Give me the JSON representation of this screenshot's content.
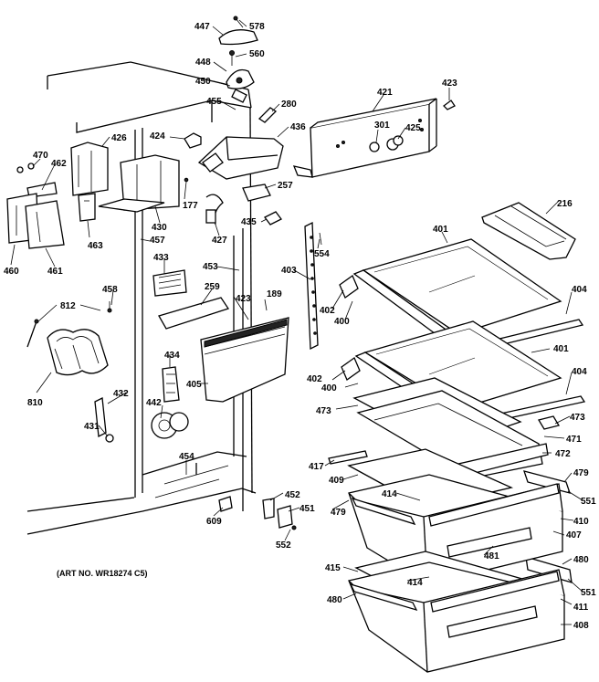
{
  "art_number": "(ART NO. WR18274 C5)",
  "labels": [
    {
      "id": "p447",
      "text": "447"
    },
    {
      "id": "p578",
      "text": "578"
    },
    {
      "id": "p448",
      "text": "448"
    },
    {
      "id": "p560",
      "text": "560"
    },
    {
      "id": "p450",
      "text": "450"
    },
    {
      "id": "p455",
      "text": "455"
    },
    {
      "id": "p280",
      "text": "280"
    },
    {
      "id": "p421",
      "text": "421"
    },
    {
      "id": "p423a",
      "text": "423"
    },
    {
      "id": "p436",
      "text": "436"
    },
    {
      "id": "p301",
      "text": "301"
    },
    {
      "id": "p425",
      "text": "425"
    },
    {
      "id": "p424",
      "text": "424"
    },
    {
      "id": "p426",
      "text": "426"
    },
    {
      "id": "p470",
      "text": "470"
    },
    {
      "id": "p462",
      "text": "462"
    },
    {
      "id": "p177",
      "text": "177"
    },
    {
      "id": "p430",
      "text": "430"
    },
    {
      "id": "p257",
      "text": "257"
    },
    {
      "id": "p216",
      "text": "216"
    },
    {
      "id": "p463",
      "text": "463"
    },
    {
      "id": "p427",
      "text": "427"
    },
    {
      "id": "p435",
      "text": "435"
    },
    {
      "id": "p457",
      "text": "457"
    },
    {
      "id": "p401a",
      "text": "401"
    },
    {
      "id": "p554",
      "text": "554"
    },
    {
      "id": "p460",
      "text": "460"
    },
    {
      "id": "p461",
      "text": "461"
    },
    {
      "id": "p433",
      "text": "433"
    },
    {
      "id": "p453",
      "text": "453"
    },
    {
      "id": "p403",
      "text": "403"
    },
    {
      "id": "p259",
      "text": "259"
    },
    {
      "id": "p423b",
      "text": "423"
    },
    {
      "id": "p189",
      "text": "189"
    },
    {
      "id": "p458",
      "text": "458"
    },
    {
      "id": "p812",
      "text": "812"
    },
    {
      "id": "p402a",
      "text": "402"
    },
    {
      "id": "p400a",
      "text": "400"
    },
    {
      "id": "p404a",
      "text": "404"
    },
    {
      "id": "p434",
      "text": "434"
    },
    {
      "id": "p401b",
      "text": "401"
    },
    {
      "id": "p405",
      "text": "405"
    },
    {
      "id": "p402b",
      "text": "402"
    },
    {
      "id": "p404b",
      "text": "404"
    },
    {
      "id": "p432",
      "text": "432"
    },
    {
      "id": "p442",
      "text": "442"
    },
    {
      "id": "p810",
      "text": "810"
    },
    {
      "id": "p400b",
      "text": "400"
    },
    {
      "id": "p473a",
      "text": "473"
    },
    {
      "id": "p473b",
      "text": "473"
    },
    {
      "id": "p431",
      "text": "431"
    },
    {
      "id": "p471",
      "text": "471"
    },
    {
      "id": "p454",
      "text": "454"
    },
    {
      "id": "p472",
      "text": "472"
    },
    {
      "id": "p417",
      "text": "417"
    },
    {
      "id": "p479a",
      "text": "479"
    },
    {
      "id": "p409",
      "text": "409"
    },
    {
      "id": "p452",
      "text": "452"
    },
    {
      "id": "p414a",
      "text": "414"
    },
    {
      "id": "p551a",
      "text": "551"
    },
    {
      "id": "p451",
      "text": "451"
    },
    {
      "id": "p479b",
      "text": "479"
    },
    {
      "id": "p609",
      "text": "609"
    },
    {
      "id": "p410",
      "text": "410"
    },
    {
      "id": "p552",
      "text": "552"
    },
    {
      "id": "p407",
      "text": "407"
    },
    {
      "id": "p481",
      "text": "481"
    },
    {
      "id": "p480a",
      "text": "480"
    },
    {
      "id": "p415",
      "text": "415"
    },
    {
      "id": "p551b",
      "text": "551"
    },
    {
      "id": "p414b",
      "text": "414"
    },
    {
      "id": "p480b",
      "text": "480"
    },
    {
      "id": "p411",
      "text": "411"
    },
    {
      "id": "p408",
      "text": "408"
    }
  ]
}
